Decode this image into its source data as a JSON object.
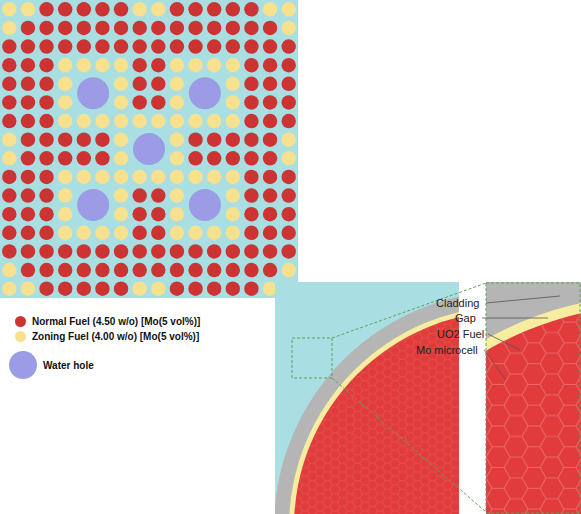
{
  "diagram": {
    "labels": [
      "Cladding",
      "Gap",
      "UO2 Fuel",
      "Mo microcell"
    ],
    "legend": [
      {
        "text": "Normal Fuel (4.50 w/o) [Mo(5 vol%)]",
        "color": "#cc3333"
      },
      {
        "text": "Zoning Fuel (4.00 w/o) [Mo(5 vol%)]",
        "color": "#f7e08e"
      },
      {
        "text": "Water hole",
        "color": "#9b9be6"
      }
    ]
  }
}
